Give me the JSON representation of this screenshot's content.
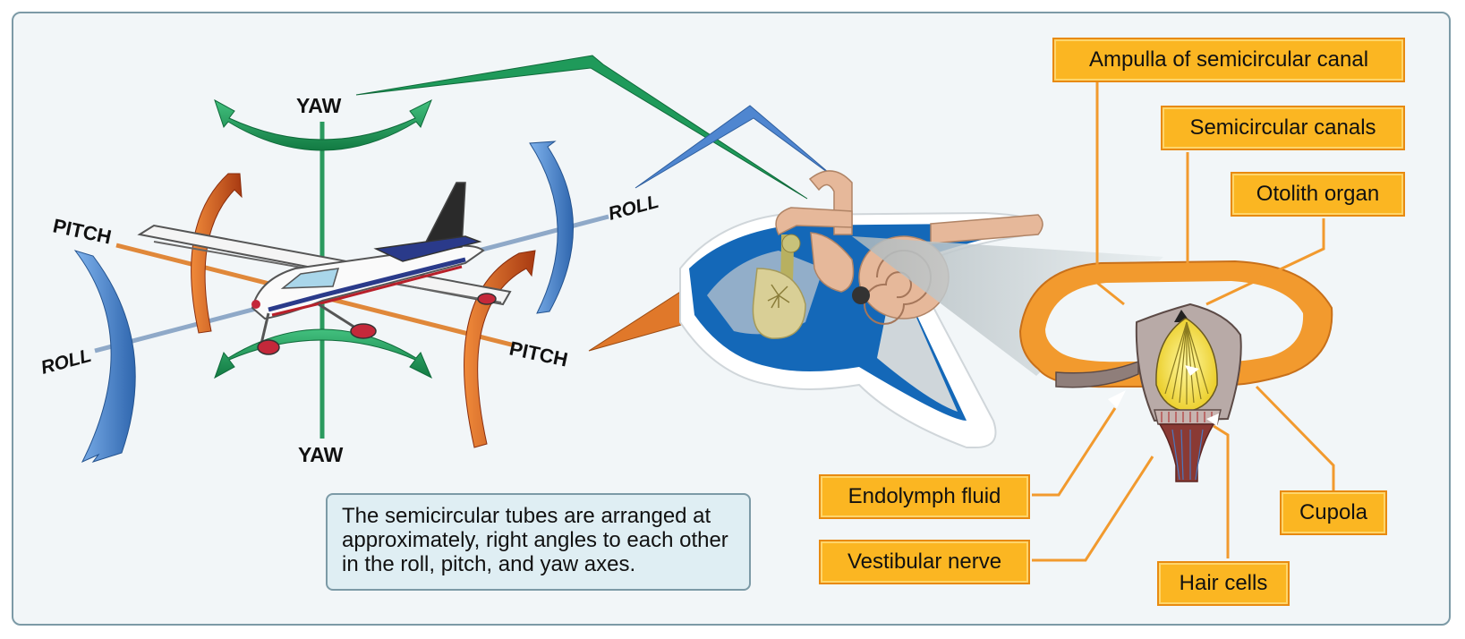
{
  "axes": {
    "yaw_top": "YAW",
    "yaw_bottom": "YAW",
    "pitch_left": "PITCH",
    "pitch_right": "PITCH",
    "roll_left": "ROLL",
    "roll_right": "ROLL"
  },
  "callouts": {
    "ampulla": "Ampulla of semicircular canal",
    "semicircular_canals": "Semicircular canals",
    "otolith_organ": "Otolith organ",
    "endolymph_fluid": "Endolymph fluid",
    "vestibular_nerve": "Vestibular nerve",
    "cupola": "Cupola",
    "hair_cells": "Hair cells"
  },
  "caption": "The semicircular tubes are arranged at approximately, right angles to each other in the roll, pitch, and yaw axes.",
  "colors": {
    "yaw_arrow": "#1e9a5a",
    "pitch_arrow": "#c4521a",
    "roll_arrow": "#3f7fc8",
    "callout_fill": "#fbb622",
    "ear_blue": "#1468b8",
    "ear_bone": "#e6b89a",
    "ampulla_orange": "#f29a2e"
  }
}
